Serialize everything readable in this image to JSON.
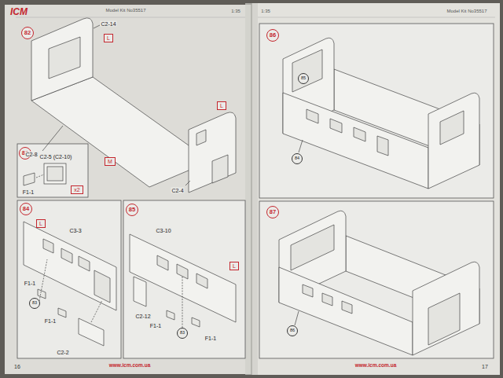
{
  "diagram": {
    "nodes": [
      {
        "text": [
          "82"
        ]
      },
      {
        "text": [
          "L"
        ]
      },
      {
        "text": [
          "M"
        ]
      },
      {
        "text": [
          "L"
        ]
      },
      {
        "text": [
          "83"
        ]
      },
      {
        "text": [
          "x2"
        ]
      },
      {
        "text": [
          "84"
        ]
      },
      {
        "text": [
          "L"
        ]
      },
      {
        "text": [
          "83"
        ]
      },
      {
        "text": [
          "85"
        ]
      },
      {
        "text": [
          "L"
        ]
      },
      {
        "text": [
          "83"
        ]
      },
      {
        "text": [
          "86"
        ]
      },
      {
        "text": [
          "85"
        ]
      },
      {
        "text": [
          "84"
        ]
      },
      {
        "text": [
          "87"
        ]
      },
      {
        "text": [
          "86"
        ]
      }
    ],
    "labels": [
      "ICM",
      "Model Kit No35517",
      "1:35",
      "1:35",
      "Model Kit No35517",
      "C2-14",
      "C2-8",
      "C2-4",
      "C2-5 (C2-10)",
      "F1-1",
      "C3-3",
      "F1-1",
      "F1-1",
      "C2-2",
      "C3-10",
      "C2-12",
      "F1-1",
      "F1-1",
      "16",
      "www.icm.com.ua",
      "www.icm.com.ua",
      "17"
    ]
  }
}
